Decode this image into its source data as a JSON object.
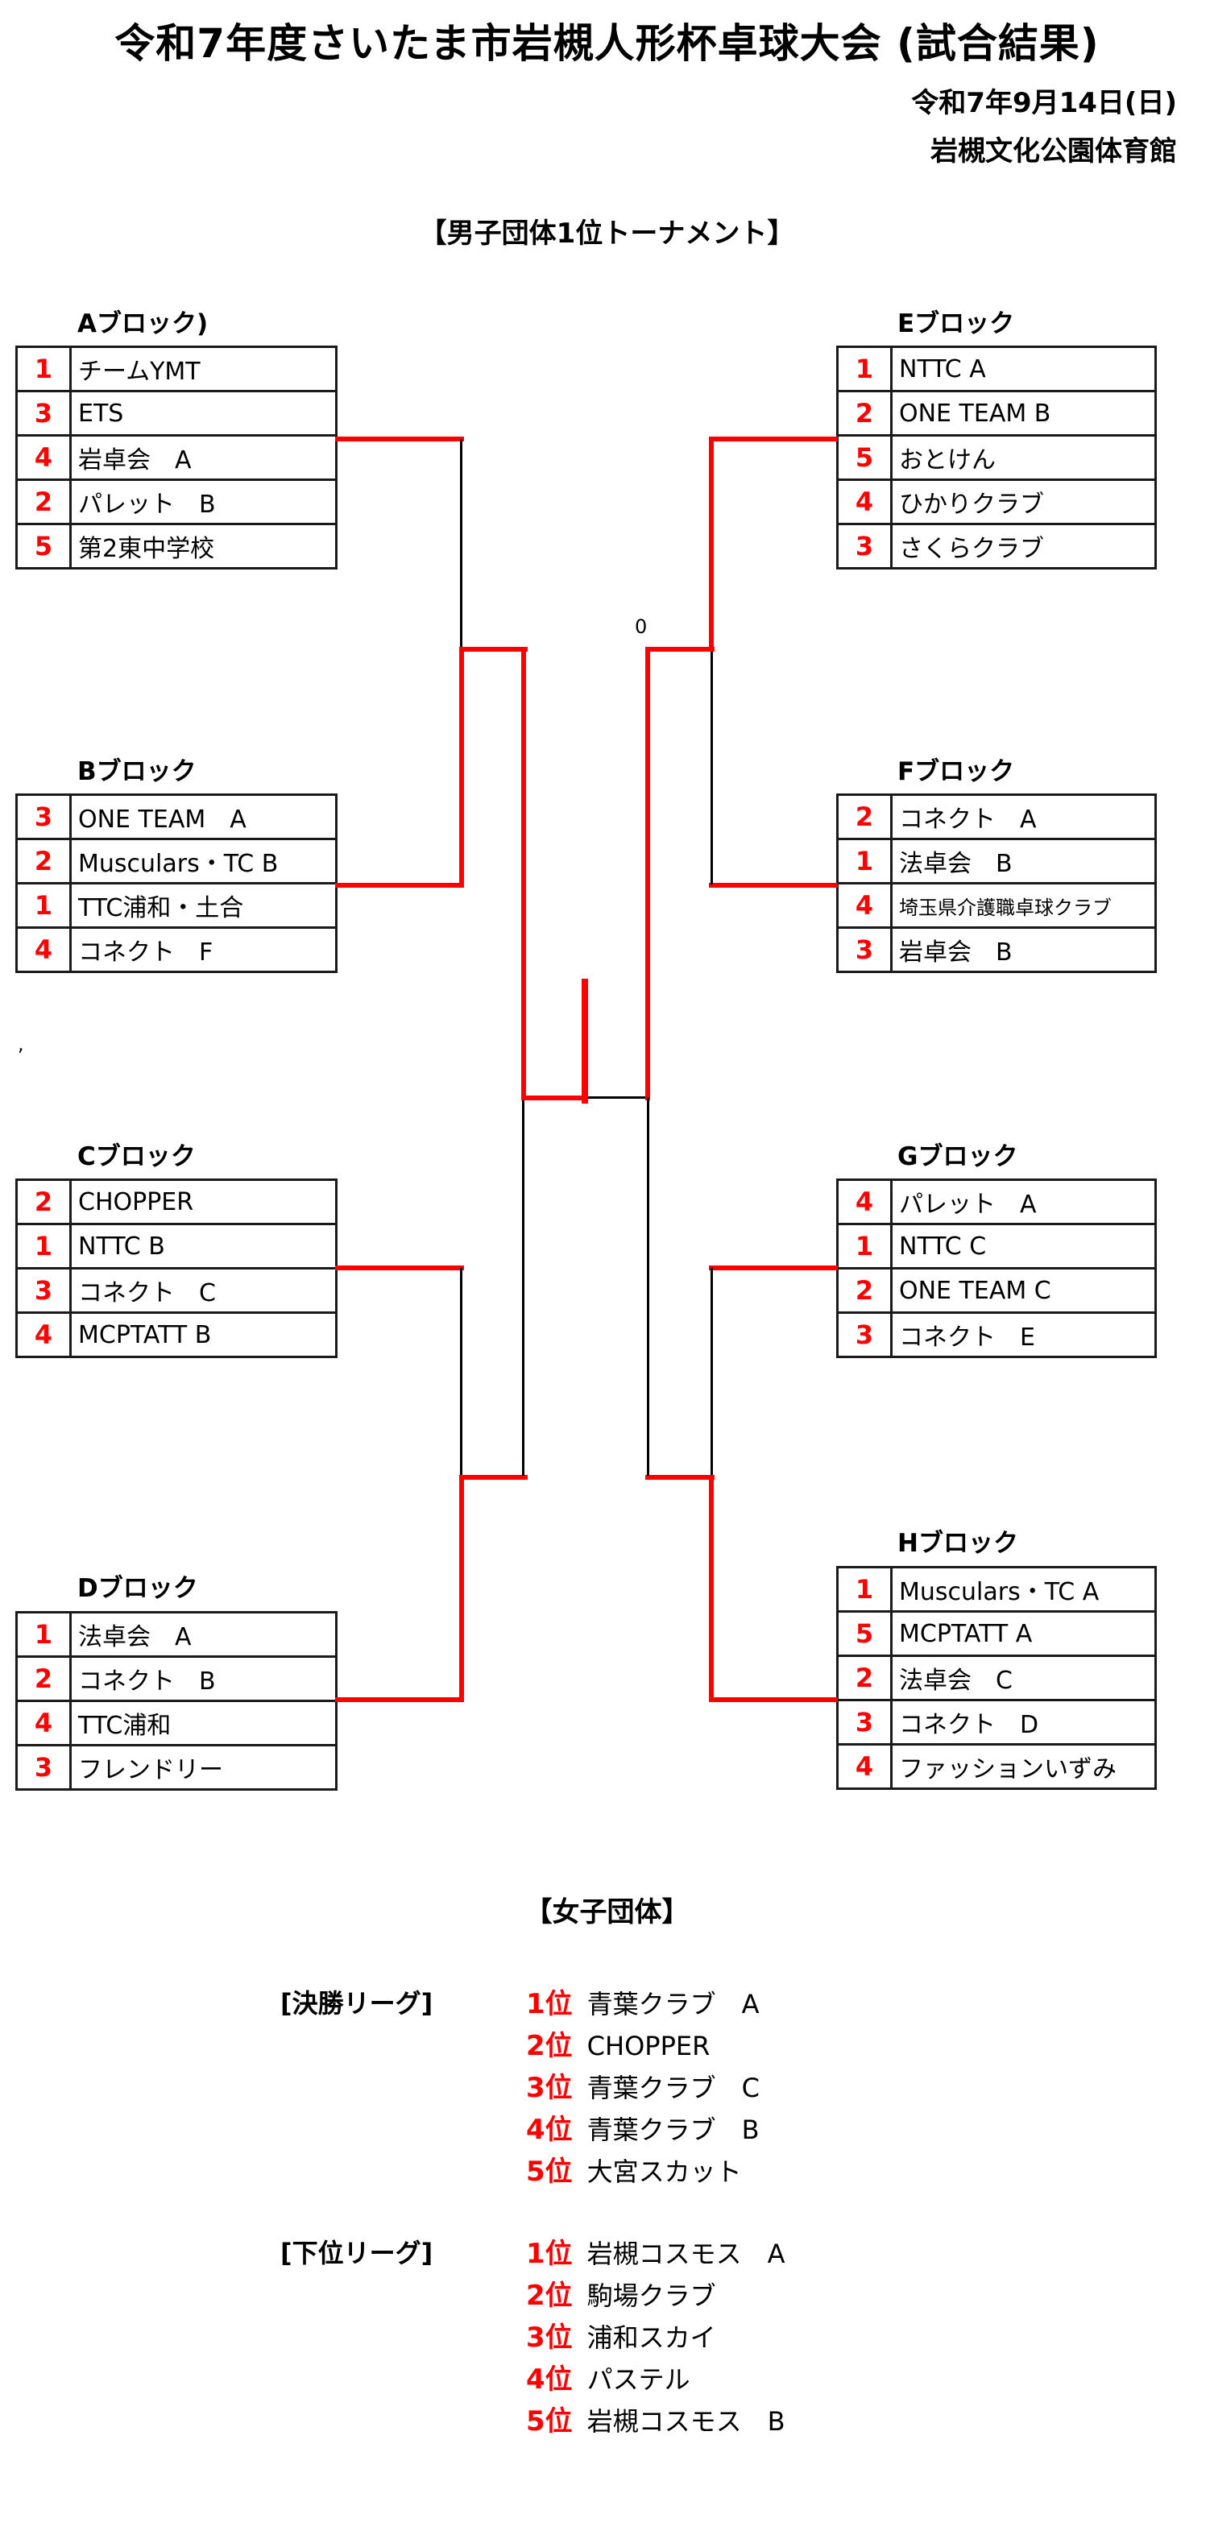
{
  "header": {
    "title": "令和7年度さいたま市岩槻人形杯卓球大会 (試合結果)",
    "date": "令和7年9月14日(日)",
    "venue": "岩槻文化公園体育館"
  },
  "mens": {
    "section_title": "【男子団体1位トーナメント】",
    "center_score": "0",
    "stray_mark": ",",
    "blocks": [
      {
        "label": "Aブロック)",
        "rows": [
          {
            "rank": "1",
            "team": "チームYMT"
          },
          {
            "rank": "3",
            "team": "ETS"
          },
          {
            "rank": "4",
            "team": "岩卓会　A"
          },
          {
            "rank": "2",
            "team": "パレット　B"
          },
          {
            "rank": "5",
            "team": "第2東中学校"
          }
        ]
      },
      {
        "label": "Bブロック",
        "rows": [
          {
            "rank": "3",
            "team": "ONE TEAM　A"
          },
          {
            "rank": "2",
            "team": "Musculars・TC  B"
          },
          {
            "rank": "1",
            "team": "TTC浦和・土合"
          },
          {
            "rank": "4",
            "team": "コネクト　F"
          }
        ]
      },
      {
        "label": "Cブロック",
        "rows": [
          {
            "rank": "2",
            "team": "CHOPPER"
          },
          {
            "rank": "1",
            "team": "NTTC  B"
          },
          {
            "rank": "3",
            "team": "コネクト　C"
          },
          {
            "rank": "4",
            "team": "MCPTATT  B"
          }
        ]
      },
      {
        "label": "Dブロック",
        "rows": [
          {
            "rank": "1",
            "team": "法卓会　A"
          },
          {
            "rank": "2",
            "team": "コネクト　B"
          },
          {
            "rank": "4",
            "team": "TTC浦和"
          },
          {
            "rank": "3",
            "team": "フレンドリー"
          }
        ]
      },
      {
        "label": "Eブロック",
        "rows": [
          {
            "rank": "1",
            "team": "NTTC  A"
          },
          {
            "rank": "2",
            "team": "ONE TEAM  B"
          },
          {
            "rank": "5",
            "team": "おとけん"
          },
          {
            "rank": "4",
            "team": "ひかりクラブ"
          },
          {
            "rank": "3",
            "team": "さくらクラブ"
          }
        ]
      },
      {
        "label": "Fブロック",
        "rows": [
          {
            "rank": "2",
            "team": "コネクト　A"
          },
          {
            "rank": "1",
            "team": "法卓会　B"
          },
          {
            "rank": "4",
            "team": "埼玉県介護職卓球クラブ"
          },
          {
            "rank": "3",
            "team": "岩卓会　B"
          }
        ]
      },
      {
        "label": "Gブロック",
        "rows": [
          {
            "rank": "4",
            "team": "パレット　A"
          },
          {
            "rank": "1",
            "team": "NTTC  C"
          },
          {
            "rank": "2",
            "team": "ONE TEAM  C"
          },
          {
            "rank": "3",
            "team": "コネクト　E"
          }
        ]
      },
      {
        "label": "Hブロック",
        "rows": [
          {
            "rank": "1",
            "team": "Musculars・TC  A"
          },
          {
            "rank": "5",
            "team": "MCPTATT  A"
          },
          {
            "rank": "2",
            "team": "法卓会　C"
          },
          {
            "rank": "3",
            "team": "コネクト　D"
          },
          {
            "rank": "4",
            "team": "ファッションいずみ"
          }
        ]
      }
    ]
  },
  "womens": {
    "section_title": "【女子団体】",
    "leagues": [
      {
        "label": "[決勝リーグ]",
        "results": [
          {
            "rank": "1位",
            "team": "青葉クラブ　A"
          },
          {
            "rank": "2位",
            "team": "CHOPPER"
          },
          {
            "rank": "3位",
            "team": "青葉クラブ　C"
          },
          {
            "rank": "4位",
            "team": "青葉クラブ　B"
          },
          {
            "rank": "5位",
            "team": "大宮スカット"
          }
        ]
      },
      {
        "label": "[下位リーグ]",
        "results": [
          {
            "rank": "1位",
            "team": "岩槻コスモス　A"
          },
          {
            "rank": "2位",
            "team": "駒場クラブ"
          },
          {
            "rank": "3位",
            "team": "浦和スカイ"
          },
          {
            "rank": "4位",
            "team": "パステル"
          },
          {
            "rank": "5位",
            "team": "岩槻コスモス　B"
          }
        ]
      }
    ]
  },
  "colors": {
    "accent": "#ff0000",
    "text": "#000000",
    "border": "#1a1a1a"
  }
}
